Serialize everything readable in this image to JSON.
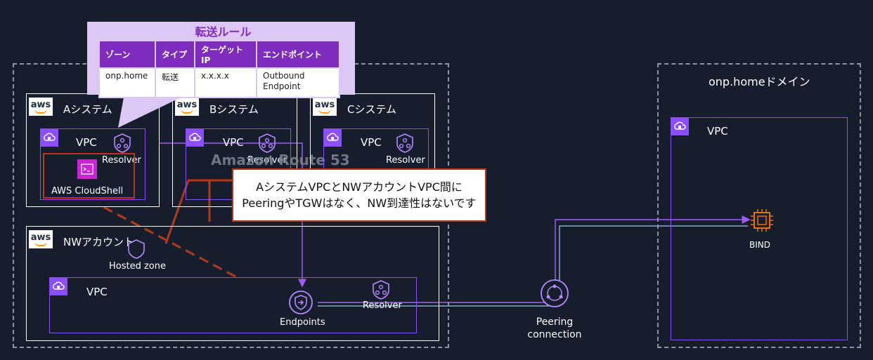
{
  "rule_table": {
    "title": "転送ルール",
    "headers": [
      "ゾーン",
      "タイプ",
      "ターゲットIP",
      "エンドポイント"
    ],
    "row": [
      "onp.home",
      "転送",
      "x.x.x.x",
      "Outbound\nEndpoint"
    ]
  },
  "accounts": {
    "a": {
      "name": "Aシステム",
      "vpc": "VPC",
      "resolver": "Resolver",
      "cloudshell": "AWS CloudShell"
    },
    "b": {
      "name": "Bシステム",
      "vpc": "VPC",
      "resolver": "Resolver"
    },
    "c": {
      "name": "Cシステム",
      "vpc": "VPC",
      "resolver": "Resolver"
    },
    "nw": {
      "name": "NWアカウント",
      "hosted_zone": "Hosted zone",
      "vpc": "VPC",
      "endpoints": "Endpoints",
      "resolver": "Resolver"
    }
  },
  "route53_label": "Amazon Route 53",
  "callout": {
    "line1": "AシステムVPCとNWアカウントVPC間に",
    "line2": "PeeringやTGWはなく、NW到達性はないです"
  },
  "peering": {
    "line1": "Peering",
    "line2": "connection"
  },
  "onprem": {
    "title": "onp.homeドメイン",
    "vpc": "VPC",
    "bind": "BIND"
  },
  "icons": [
    "aws-logo",
    "vpc-icon",
    "resolver-icon",
    "cloudshell-icon",
    "hosted-zone-icon",
    "endpoints-icon",
    "peering-icon",
    "chip-icon"
  ],
  "colors": {
    "background": "#161e2d",
    "vpc": "#8c4fff",
    "flow": "#9d5cf5",
    "peering_line": "#8aa8c8",
    "callout_border": "#b23a1a",
    "bind": "#ed7100",
    "table_header": "#7d2cbe",
    "table_bg": "#dcc7f5"
  }
}
